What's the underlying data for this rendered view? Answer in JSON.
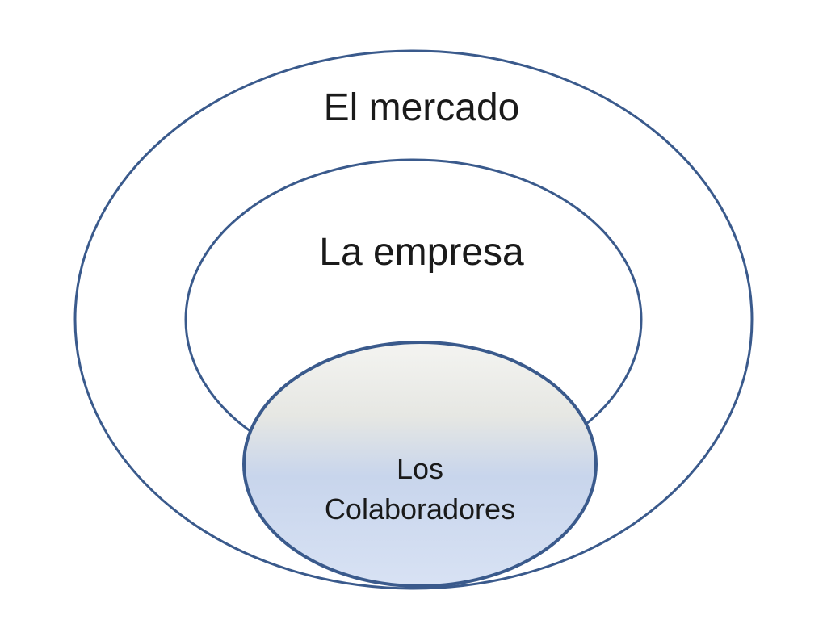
{
  "diagram": {
    "outer_label": "El mercado",
    "middle_label": "La empresa",
    "inner_label_line1": "Los",
    "inner_label_line2": "Colaboradores"
  },
  "colors": {
    "outline": "#3a5a8c",
    "inner_fill_top": "#f2f2ee",
    "inner_fill_bottom": "#c5d3ec"
  }
}
